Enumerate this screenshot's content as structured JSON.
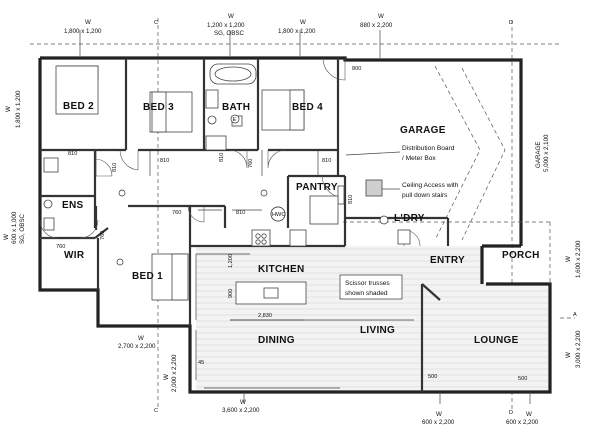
{
  "rooms": {
    "bed2": "BED 2",
    "bed3": "BED 3",
    "bath": "BATH",
    "bed4": "BED 4",
    "garage": "GARAGE",
    "pantry": "PANTRY",
    "ens": "ENS",
    "wir": "WIR",
    "ldry": "L'DRY",
    "kitchen": "KITCHEN",
    "bed1": "BED 1",
    "entry": "ENTRY",
    "porch": "PORCH",
    "dining": "DINING",
    "living": "LIVING",
    "lounge": "LOUNGE"
  },
  "notes": {
    "distribution_1": "Distribution Board",
    "distribution_2": "/ Meter Box",
    "ceiling_1": "Ceiling Access with",
    "ceiling_2": "pull down stairs",
    "trusses_1": "Scissor trusses",
    "trusses_2": "shown shaded"
  },
  "windows": {
    "top_1_w": "W",
    "top_1": "1,800 x 1,200",
    "top_2_w": "W",
    "top_2": "1,200 x 1,200",
    "top_2_sub": "SG, OBSC",
    "top_3_w": "W",
    "top_3": "1,800 x 1,200",
    "top_4_w": "W",
    "top_4": "880 x 2,200",
    "left_1_w": "W",
    "left_1": "1,800 x 1,200",
    "left_2_w": "W",
    "left_2": "600 x 1,000",
    "left_2_sub": "SG, OBSC",
    "garage_side_1": "GARAGE",
    "garage_side_2": "5,000 x 2,100",
    "right_1_w": "W",
    "right_1": "1,600 x 2,200",
    "right_2_w": "W",
    "right_2": "3,000 x 2,200",
    "bed1_bottom_w": "W",
    "bed1_bottom": "2,700 x 2,200",
    "dining_side_w": "W",
    "dining_side": "2,000 x 2,200",
    "bottom_1_w": "W",
    "bottom_1": "3,600 x 2,200",
    "bottom_2_w": "W",
    "bottom_2": "600 x 2,200",
    "bottom_3_w": "W",
    "bottom_3": "600 x 2,200"
  },
  "dims": {
    "d800": "800",
    "d810_a": "810",
    "d810_b": "810",
    "d810_c": "810",
    "d810_d": "810",
    "d810_e": "810",
    "d810_f": "810",
    "d810_g": "810",
    "d760_a": "760",
    "d760_b": "760",
    "d760_c": "760",
    "d760_d": "760",
    "d1200": "1,200",
    "d900": "900",
    "d2830": "2,830",
    "d500_a": "500",
    "d500_b": "500",
    "d45": "45"
  },
  "symbols": {
    "e": "E",
    "hwc": "HWC",
    "c_top": "C",
    "c_bottom": "C",
    "d_top": "D",
    "d_bottom": "D",
    "a_right": "A"
  }
}
